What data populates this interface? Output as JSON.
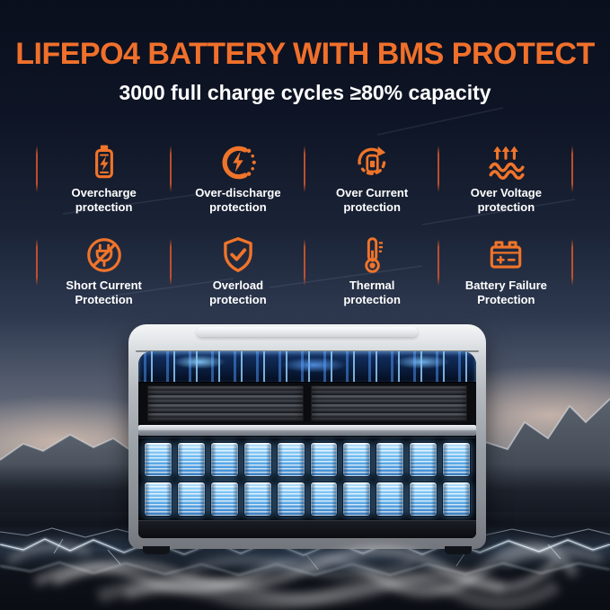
{
  "header": {
    "title": "LIFEPO4 BATTERY WITH BMS PROTECT",
    "subtitle": "3000 full charge cycles ≥80% capacity"
  },
  "colors": {
    "accent_orange": "#F0742A",
    "title_orange": "#F0702B",
    "divider_orange": "#C7522B",
    "background_top": "#0B101E",
    "cell_glow_blue": "#7EC8F5",
    "text_white": "#FFFFFF"
  },
  "features": [
    {
      "icon": "overcharge-battery-bolt-icon",
      "line1": "Overcharge",
      "line2": "protection"
    },
    {
      "icon": "over-discharge-icon",
      "line1": "Over-discharge",
      "line2": "protection"
    },
    {
      "icon": "over-current-icon",
      "line1": "Over Current",
      "line2": "protection"
    },
    {
      "icon": "over-voltage-icon",
      "line1": "Over Voltage",
      "line2": "protection"
    },
    {
      "icon": "short-current-plug-icon",
      "line1": "Short Current",
      "line2": "Protection"
    },
    {
      "icon": "overload-shield-check-icon",
      "line1": "Overload",
      "line2": "protection"
    },
    {
      "icon": "thermal-thermometer-icon",
      "line1": "Thermal",
      "line2": "protection"
    },
    {
      "icon": "battery-failure-icon",
      "line1": "Battery Failure",
      "line2": "Protection"
    }
  ],
  "battery_cells": {
    "rows": 2,
    "per_row": 10
  }
}
